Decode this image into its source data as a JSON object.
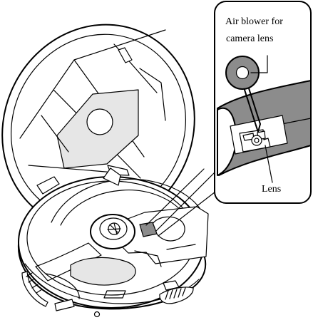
{
  "labels": {
    "air_blower_line1": "Air blower for",
    "air_blower_line2": "camera lens",
    "lens": "Lens"
  },
  "colors": {
    "outline": "#000000",
    "inset_fill": "#8c8c8c",
    "background": "#ffffff"
  }
}
